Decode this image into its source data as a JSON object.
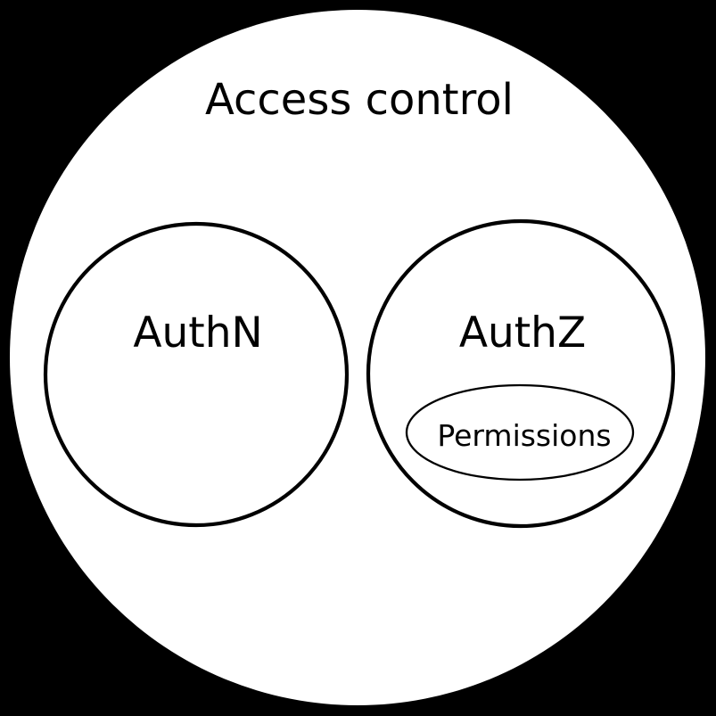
{
  "diagram": {
    "title": "Access control",
    "colors": {
      "background": "#000000",
      "set_fill": "#ffffff",
      "stroke": "#000000"
    },
    "outer_set": {
      "label": "Access control"
    },
    "sets": [
      {
        "id": "authn",
        "label": "AuthN"
      },
      {
        "id": "authz",
        "label": "AuthZ"
      }
    ],
    "nested_sets": [
      {
        "id": "permissions",
        "parent": "authz",
        "label": "Permissions"
      }
    ]
  }
}
